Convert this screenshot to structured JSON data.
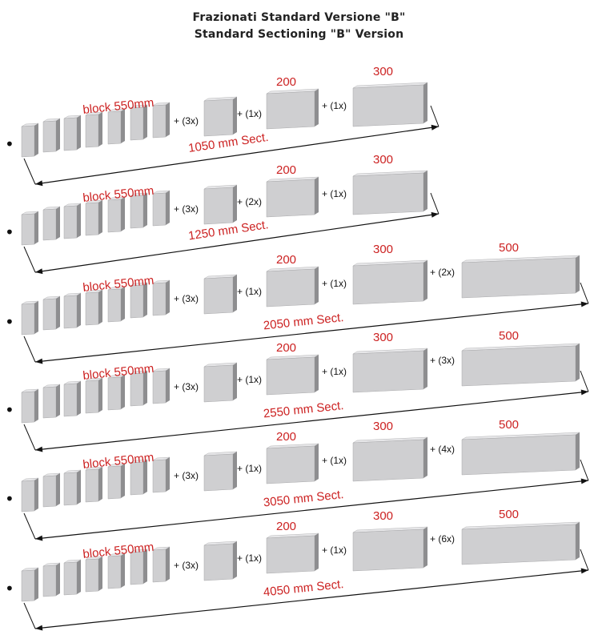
{
  "title_line1": "Frazionati Standard Versione \"B\"",
  "title_line2": "Standard Sectioning \"B\" Version",
  "colors": {
    "label_red": "#cc2222",
    "block_face": "#cfcfd1",
    "block_side": "#8e8e90",
    "block_top": "#e6e6e8"
  },
  "rows": [
    {
      "block_label": "block 550mm",
      "mult_150": "+ (3x)",
      "label_200": "200",
      "mult_200": "+ (1x)",
      "label_300": "300",
      "mult_300": "+ (1x)",
      "label_500": "",
      "mult_500": "",
      "section": "1050 mm Sect.",
      "has500": false
    },
    {
      "block_label": "block 550mm",
      "mult_150": "+ (3x)",
      "label_200": "200",
      "mult_200": "+ (2x)",
      "label_300": "300",
      "mult_300": "+ (1x)",
      "label_500": "",
      "mult_500": "",
      "section": "1250 mm Sect.",
      "has500": false
    },
    {
      "block_label": "block 550mm",
      "mult_150": "+ (3x)",
      "label_200": "200",
      "mult_200": "+ (1x)",
      "label_300": "300",
      "mult_300": "+ (1x)",
      "label_500": "500",
      "mult_500": "+ (2x)",
      "section": "2050 mm Sect.",
      "has500": true
    },
    {
      "block_label": "block 550mm",
      "mult_150": "+ (3x)",
      "label_200": "200",
      "mult_200": "+ (1x)",
      "label_300": "300",
      "mult_300": "+ (1x)",
      "label_500": "500",
      "mult_500": "+ (3x)",
      "section": "2550 mm Sect.",
      "has500": true
    },
    {
      "block_label": "block 550mm",
      "mult_150": "+ (3x)",
      "label_200": "200",
      "mult_200": "+ (1x)",
      "label_300": "300",
      "mult_300": "+ (1x)",
      "label_500": "500",
      "mult_500": "+ (4x)",
      "section": "3050 mm Sect.",
      "has500": true
    },
    {
      "block_label": "block 550mm",
      "mult_150": "+ (3x)",
      "label_200": "200",
      "mult_200": "+ (1x)",
      "label_300": "300",
      "mult_300": "+ (1x)",
      "label_500": "500",
      "mult_500": "+ (6x)",
      "section": "4050 mm Sect.",
      "has500": true
    }
  ]
}
